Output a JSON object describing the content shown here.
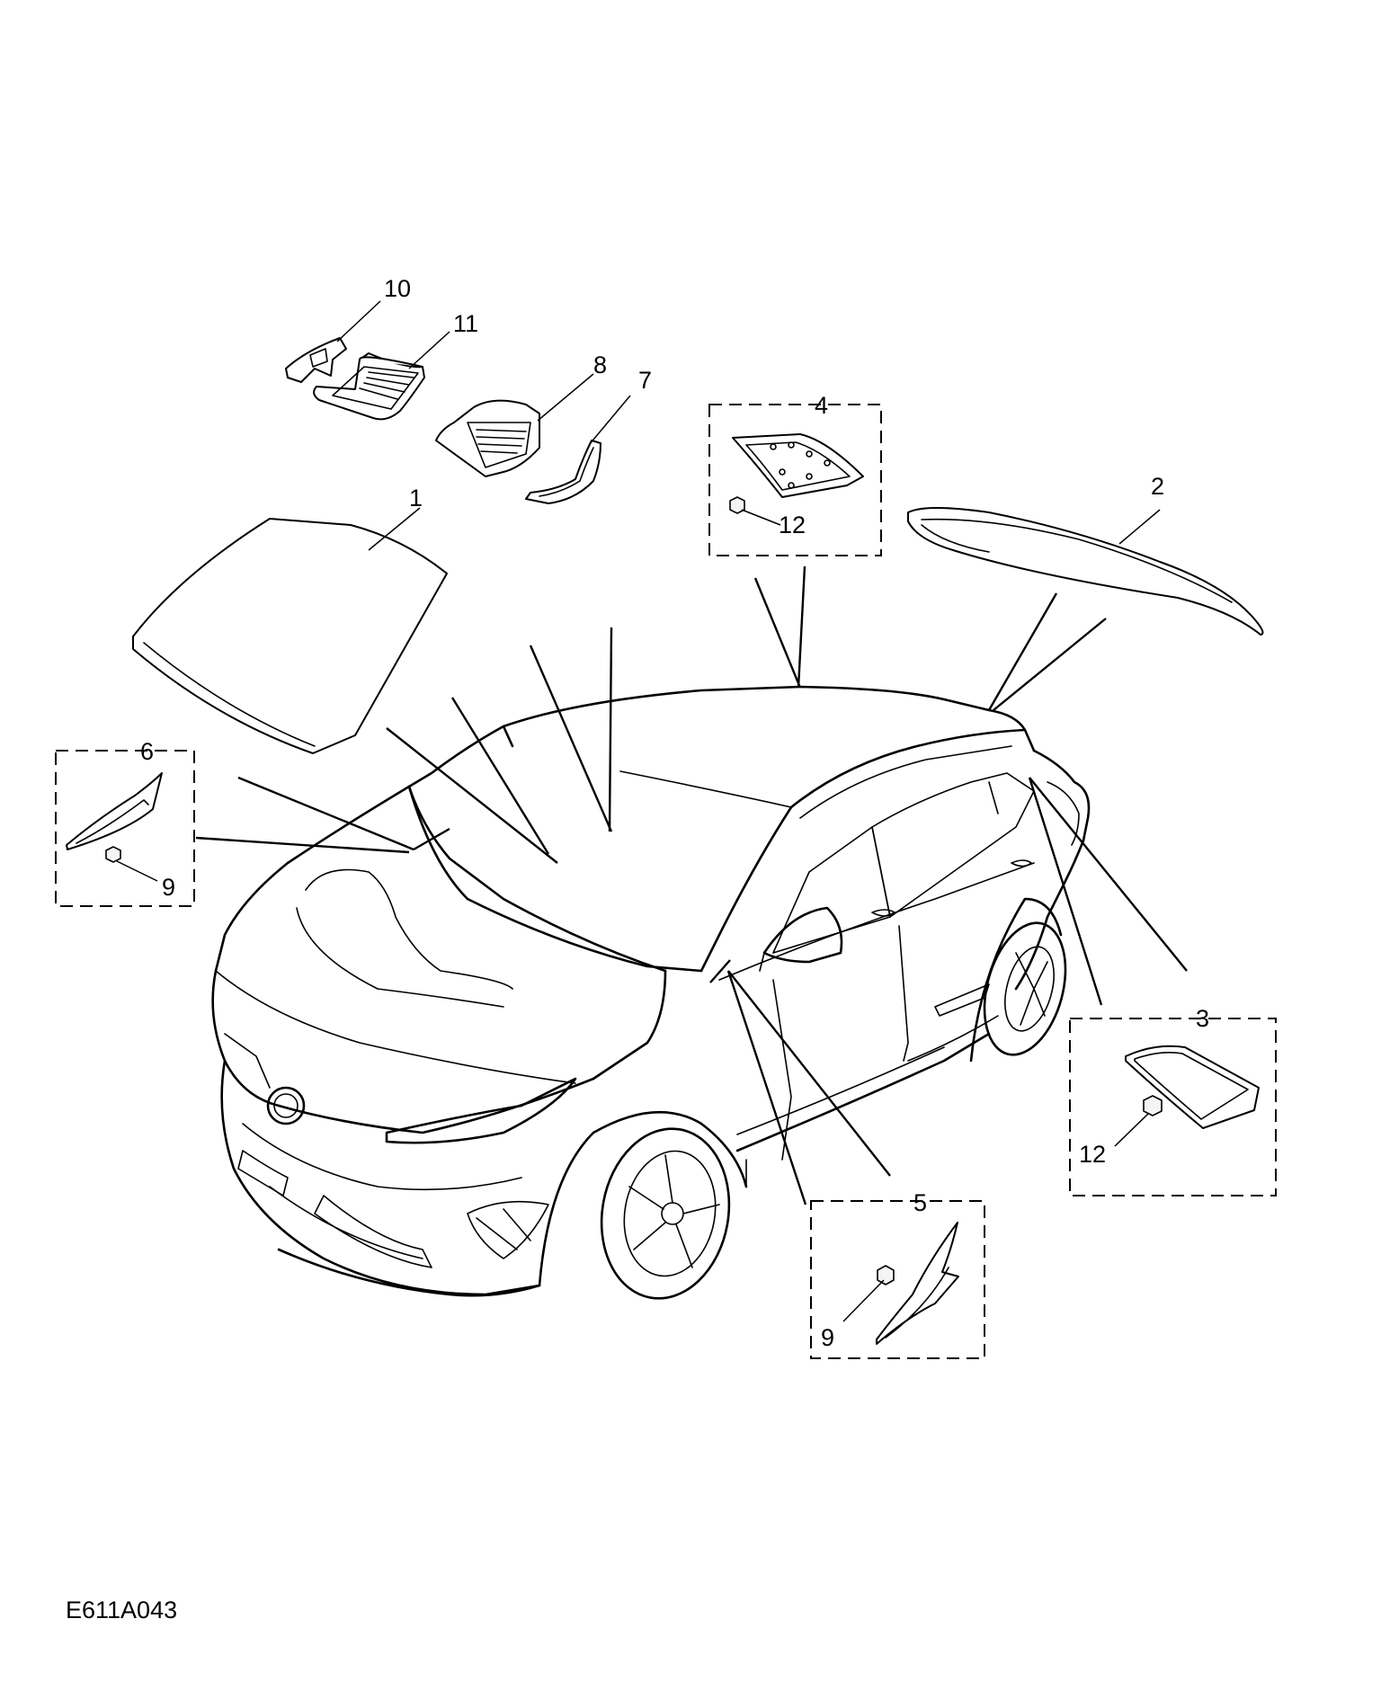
{
  "diagram": {
    "reference_code": "E611A043",
    "callouts": {
      "c1": "1",
      "c2": "2",
      "c3": "3",
      "c4": "4",
      "c5": "5",
      "c6": "6",
      "c7": "7",
      "c8": "8",
      "c9a": "9",
      "c9b": "9",
      "c10": "10",
      "c11": "11",
      "c12a": "12",
      "c12b": "12"
    }
  }
}
